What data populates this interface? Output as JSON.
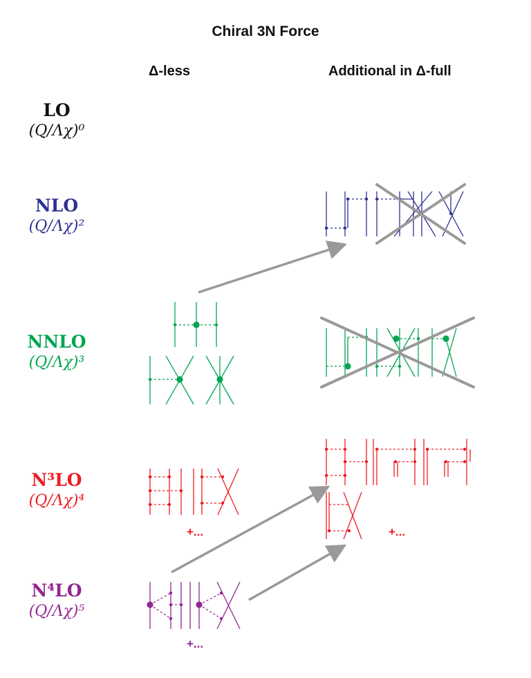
{
  "title": "Chiral 3N Force",
  "columns": {
    "left": "Δ-less",
    "right": "Additional in  Δ-full"
  },
  "colors": {
    "lo": "#111111",
    "nlo": "#2e3192",
    "nnlo": "#00a651",
    "n3lo": "#ed1c24",
    "n4lo": "#92278f",
    "arrow": "#999999"
  },
  "orders": [
    {
      "name": "LO",
      "expansion": "(Q/Λχ)⁰"
    },
    {
      "name": "NLO",
      "expansion": "(Q/Λχ)²"
    },
    {
      "name": "NNLO",
      "expansion": "(Q/Λχ)³"
    },
    {
      "name": "N³LO",
      "expansion": "(Q/Λχ)⁴"
    },
    {
      "name": "N⁴LO",
      "expansion": "(Q/Λχ)⁵"
    }
  ],
  "more_terms": {
    "n3lo_left": "+...",
    "n3lo_right": "+...",
    "n4lo_left": "+..."
  }
}
